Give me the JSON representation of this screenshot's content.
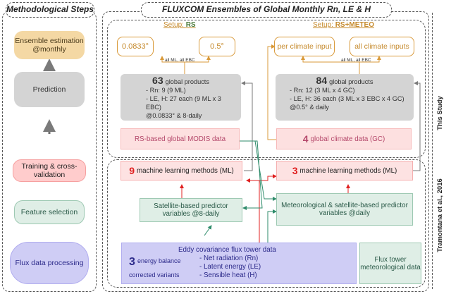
{
  "headers": {
    "left": "Methodological Steps",
    "right": "FLUXCOM Ensembles of Global Monthly Rn, LE & H"
  },
  "left_steps": [
    {
      "id": "ensemble",
      "label": "Ensemble estimation @monthly"
    },
    {
      "id": "prediction",
      "label": "Prediction"
    },
    {
      "id": "training",
      "label": "Training & cross-validation"
    },
    {
      "id": "feature",
      "label": "Feature selection"
    },
    {
      "id": "flux",
      "label": "Flux data processing"
    }
  ],
  "setup_rs": {
    "title_prefix": "Setup: ",
    "title_bold": "RS",
    "res_fine": "0.0833°",
    "res_coarse": "0.5°",
    "all_label": "all ML, all EBC",
    "products_count": "63",
    "products_word": "global products",
    "products_lines": [
      "- Rn: 9 (9 ML)",
      "- LE, H: 27 each (9 ML x 3 EBC)",
      "@0.0833° & 8-daily"
    ],
    "modis": "RS-based global MODIS data",
    "ml_count": "9",
    "ml_label": "machine learning methods (ML)",
    "predictors": "Satellite-based predictor variables @8-daily"
  },
  "setup_meteo": {
    "title_prefix": "Setup: ",
    "title_bold": "RS+METEO",
    "out_left": "per climate input",
    "out_right": "all climate inputs",
    "all_label": "all ML, all EBC",
    "products_count": "84",
    "products_word": "global products",
    "products_lines": [
      "- Rn: 12 (3 ML x 4 GC)",
      "- LE, H: 36 each (3 ML x 3 EBC x 4 GC)",
      "@0.5° & daily"
    ],
    "climate_count": "4",
    "climate_label": "global climate data (GC)",
    "ml_count": "3",
    "ml_label": "machine learning methods (ML)",
    "predictors": "Meteorological & satellite-based predictor variables @daily"
  },
  "eddy": {
    "title": "Eddy covariance flux tower data",
    "count": "3",
    "count_label_1": "energy balance",
    "count_label_2": "corrected variants",
    "items": [
      "- Net radiation (Rn)",
      "- Latent energy (LE)",
      "- Sensible heat (H)"
    ]
  },
  "flux_tower": "Flux tower meteorological data",
  "side_labels": {
    "this_study": "This Study",
    "tramontana": "Tramontana et al., 2016"
  },
  "colors": {
    "arrow_grey": "#7a7a7a",
    "arrow_red": "#e02020",
    "arrow_green": "#2e8b6a",
    "arrow_orange": "#d99a3a",
    "setup_orange": "#c68b2e"
  }
}
